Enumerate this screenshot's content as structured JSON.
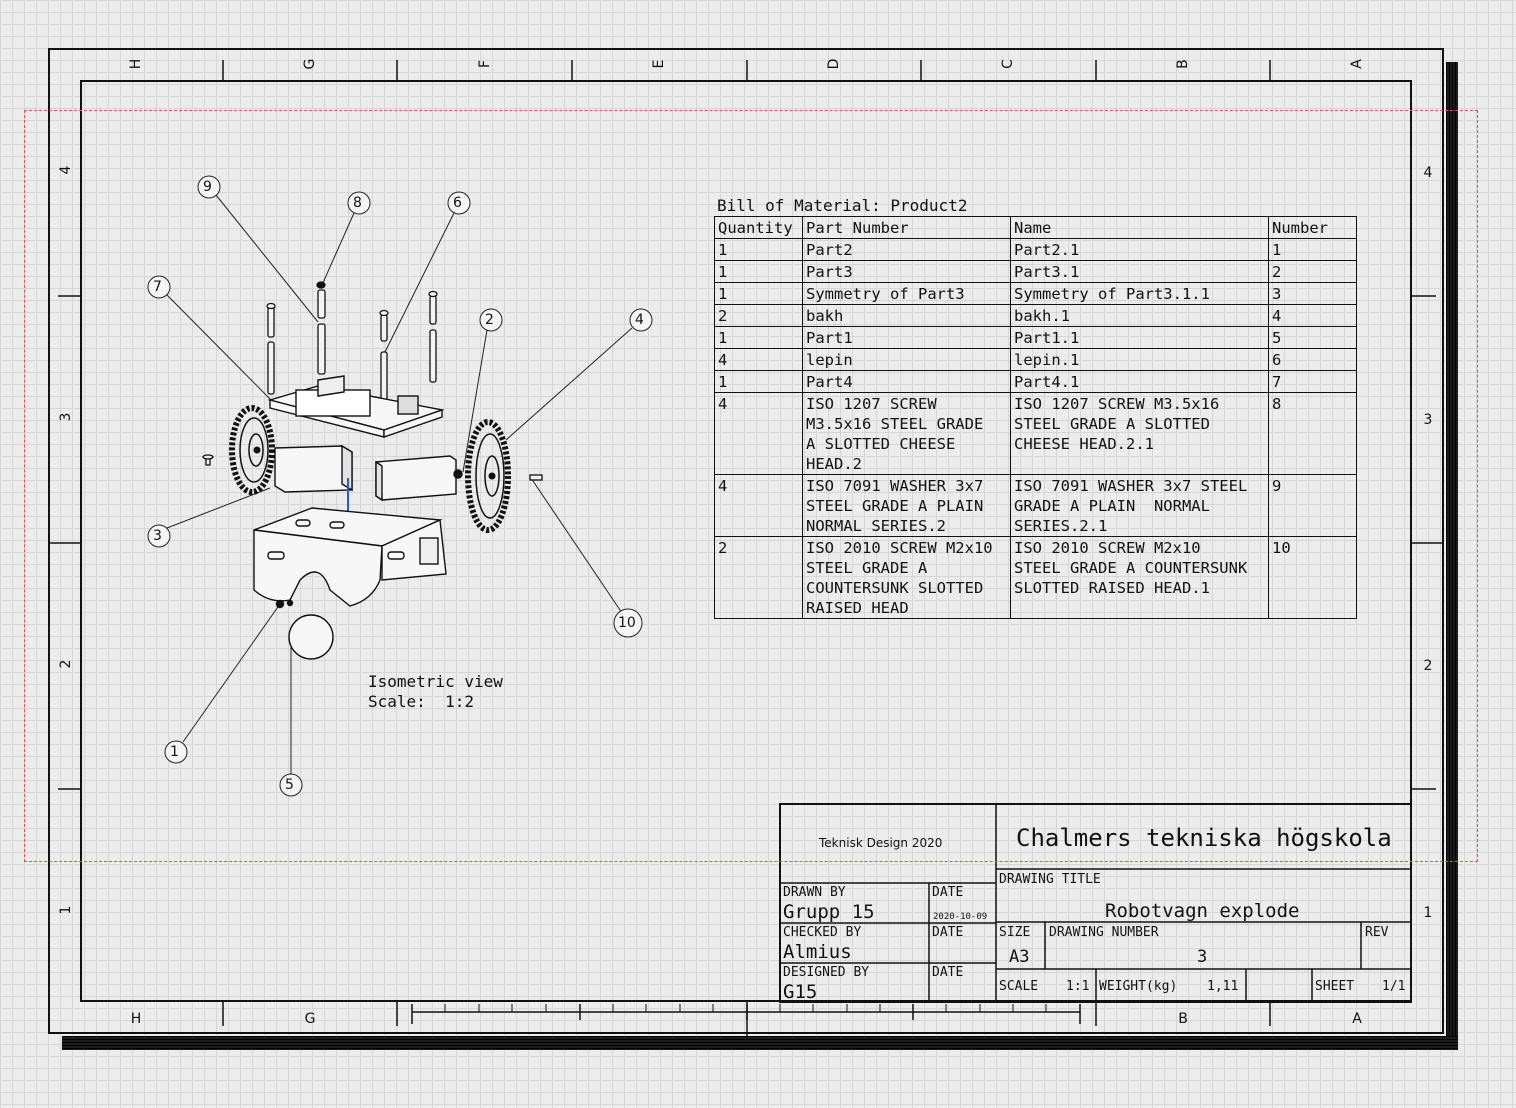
{
  "zones": {
    "top_cols": [
      "H",
      "G",
      "F",
      "E",
      "D",
      "C",
      "B",
      "A"
    ],
    "bottom_cols": [
      "H",
      "G",
      "B",
      "A"
    ],
    "rows": [
      "4",
      "3",
      "2",
      "1"
    ]
  },
  "callouts": [
    "1",
    "2",
    "3",
    "4",
    "5",
    "6",
    "7",
    "8",
    "9",
    "10"
  ],
  "view": {
    "name": "Isometric view",
    "scale": "Scale:  1:2"
  },
  "bom": {
    "title": "Bill of Material: Product2",
    "headers": [
      "Quantity",
      "Part Number",
      "Name",
      "Number"
    ],
    "rows": [
      [
        "1",
        "Part2",
        "Part2.1",
        "1"
      ],
      [
        "1",
        "Part3",
        "Part3.1",
        "2"
      ],
      [
        "1",
        "Symmetry of Part3",
        "Symmetry of Part3.1.1",
        "3"
      ],
      [
        "2",
        "bakh",
        "bakh.1",
        "4"
      ],
      [
        "1",
        "Part1",
        "Part1.1",
        "5"
      ],
      [
        "4",
        "lepin",
        "lepin.1",
        "6"
      ],
      [
        "1",
        "Part4",
        "Part4.1",
        "7"
      ],
      [
        "4",
        "ISO 1207 SCREW\nM3.5x16 STEEL GRADE\nA SLOTTED CHEESE\nHEAD.2",
        "ISO 1207 SCREW M3.5x16\nSTEEL GRADE A SLOTTED\nCHEESE HEAD.2.1",
        "8"
      ],
      [
        "4",
        "ISO 7091 WASHER 3x7\nSTEEL GRADE A PLAIN\nNORMAL SERIES.2",
        "ISO 7091 WASHER 3x7 STEEL\nGRADE A PLAIN  NORMAL\nSERIES.2.1",
        "9"
      ],
      [
        "2",
        "ISO 2010 SCREW M2x10\nSTEEL GRADE A\nCOUNTERSUNK SLOTTED\nRAISED HEAD",
        "ISO 2010 SCREW M2x10\nSTEEL GRADE A COUNTERSUNK\nSLOTTED RAISED HEAD.1",
        "10"
      ]
    ]
  },
  "title_block": {
    "course": "Teknisk Design 2020",
    "company": "Chalmers tekniska högskola",
    "drawn_by_label": "DRAWN BY",
    "drawn_by": "Grupp 15",
    "date_label": "DATE",
    "date": "2020-10-09",
    "checked_by_label": "CHECKED BY",
    "checked_by": "Almius",
    "designed_by_label": "DESIGNED BY",
    "designed_by": "G15",
    "drawing_title_label": "DRAWING TITLE",
    "drawing_title": "Robotvagn explode",
    "size_label": "SIZE",
    "size": "A3",
    "drawing_number_label": "DRAWING NUMBER",
    "drawing_number": "3",
    "rev_label": "REV",
    "scale_label": "SCALE",
    "scale": "1:1",
    "weight_label": "WEIGHT(kg)",
    "weight": "1,11",
    "sheet_label": "SHEET",
    "sheet": "1/1"
  },
  "colors": {
    "border": "#111111",
    "cut_line": "#e05050",
    "axis": "#1a5fd6"
  }
}
